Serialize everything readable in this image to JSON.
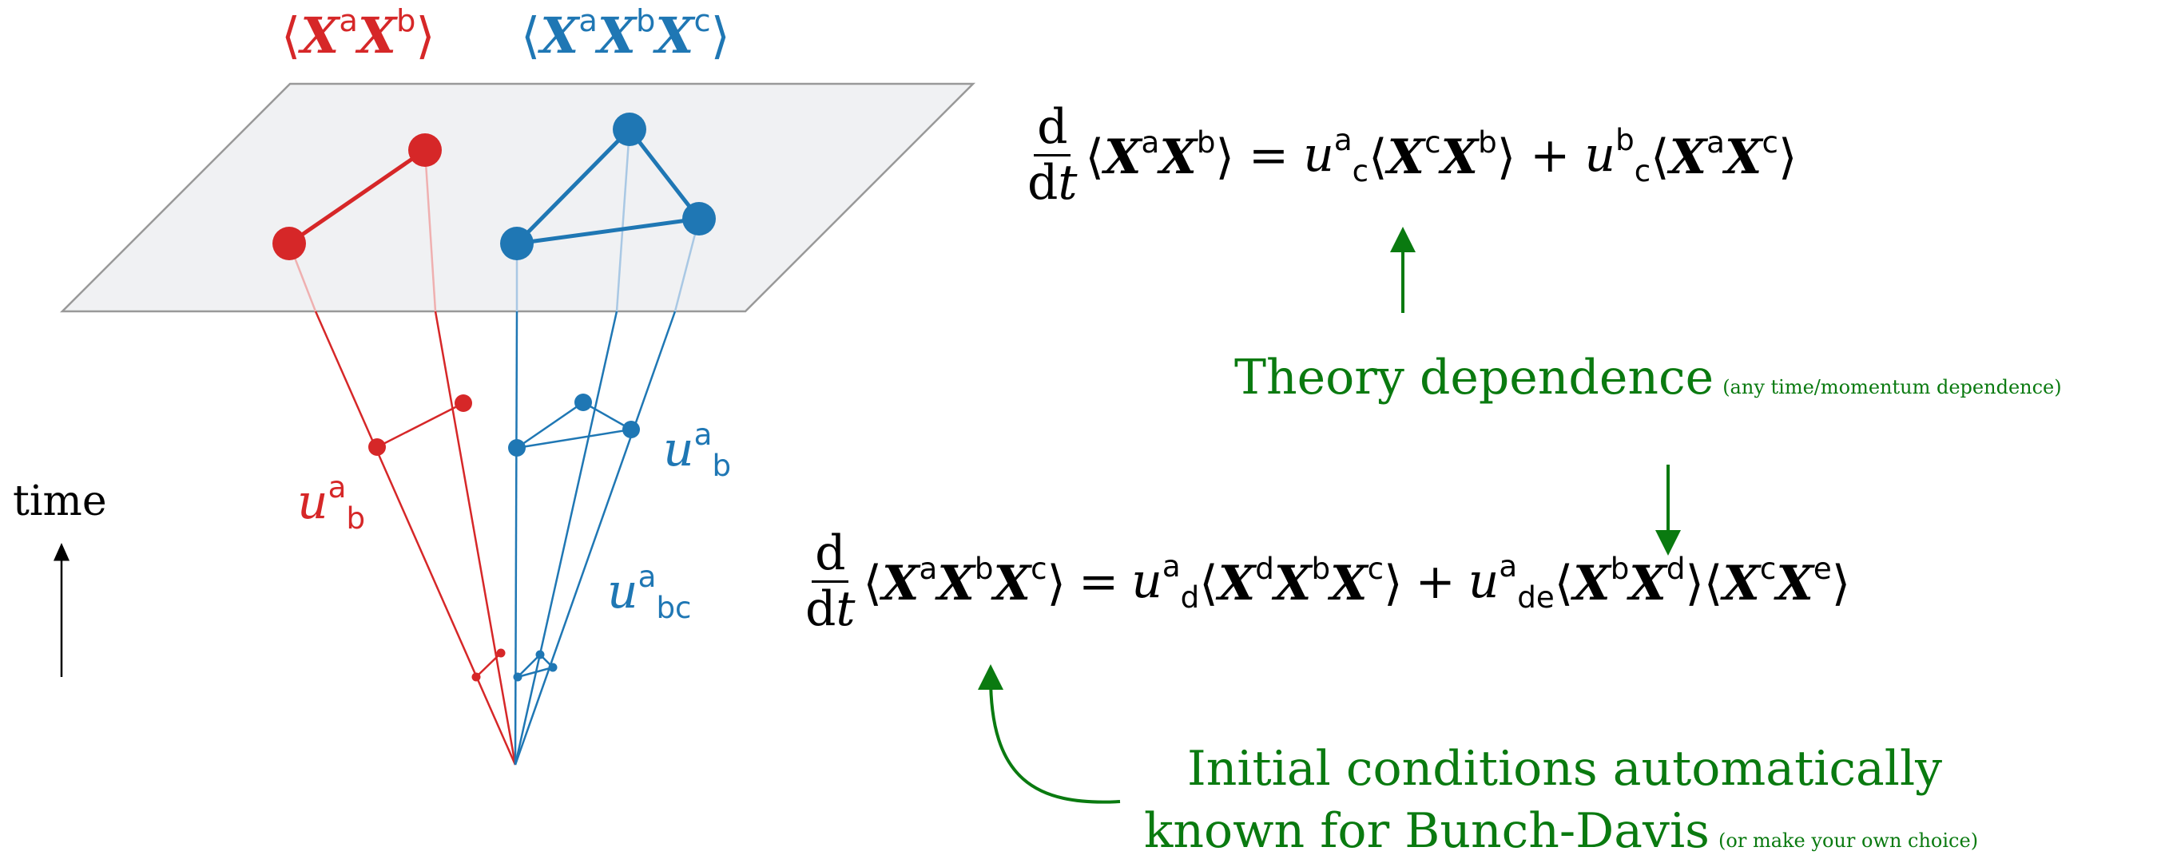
{
  "colors": {
    "red": "#d62728",
    "blue": "#1f77b4",
    "green": "#0a7a10",
    "plane_fill": "#f0f1f3",
    "plane_stroke": "#999999"
  },
  "diagram": {
    "title_two_point": {
      "open": "⟨",
      "X1": "X",
      "s1": "a",
      "X2": "X",
      "s2": "b",
      "close": "⟩"
    },
    "title_three_point": {
      "open": "⟨",
      "X1": "X",
      "s1": "a",
      "X2": "X",
      "s2": "b",
      "X3": "X",
      "s3": "c",
      "close": "⟩"
    },
    "time_label": "time",
    "u_red": {
      "base": "u",
      "sup": "a",
      "sub": "b"
    },
    "u_blue_2": {
      "base": "u",
      "sup": "a",
      "sub": "b"
    },
    "u_blue_3": {
      "base": "u",
      "sup": "a",
      "sub": "bc"
    }
  },
  "equation1": {
    "frac_num": "d",
    "frac_den_d": "d",
    "frac_den_t": "t",
    "lhs": {
      "open": "⟨",
      "X1": "X",
      "s1": "a",
      "X2": "X",
      "s2": "b",
      "close": "⟩"
    },
    "eq_sign": "=",
    "t1_u": "u",
    "t1_sup": "a",
    "t1_sub": "c",
    "t1_corr": {
      "open": "⟨",
      "X1": "X",
      "s1": "c",
      "X2": "X",
      "s2": "b",
      "close": "⟩"
    },
    "plus": "+",
    "t2_u": "u",
    "t2_sup": "b",
    "t2_sub": "c",
    "t2_corr": {
      "open": "⟨",
      "X1": "X",
      "s1": "a",
      "X2": "X",
      "s2": "c",
      "close": "⟩"
    }
  },
  "equation2": {
    "frac_num": "d",
    "frac_den_d": "d",
    "frac_den_t": "t",
    "lhs": {
      "open": "⟨",
      "X1": "X",
      "s1": "a",
      "X2": "X",
      "s2": "b",
      "X3": "X",
      "s3": "c",
      "close": "⟩"
    },
    "eq_sign": "=",
    "t1_u": "u",
    "t1_sup": "a",
    "t1_sub": "d",
    "t1_corr": {
      "open": "⟨",
      "X1": "X",
      "s1": "d",
      "X2": "X",
      "s2": "b",
      "X3": "X",
      "s3": "c",
      "close": "⟩"
    },
    "plus": "+",
    "t2_u": "u",
    "t2_sup": "a",
    "t2_sub": "de",
    "t2_corr_a": {
      "open": "⟨",
      "X1": "X",
      "s1": "b",
      "X2": "X",
      "s2": "d",
      "close": "⟩"
    },
    "t2_corr_b": {
      "open": "⟨",
      "X1": "X",
      "s1": "c",
      "X2": "X",
      "s2": "e",
      "close": "⟩"
    }
  },
  "annotations": {
    "theory_main": "Theory dependence",
    "theory_note": "(any time/momentum dependence)",
    "initial_line1": "Initial conditions automatically",
    "initial_line2": "known for Bunch-Davis",
    "initial_note": "(or make your own choice)"
  }
}
